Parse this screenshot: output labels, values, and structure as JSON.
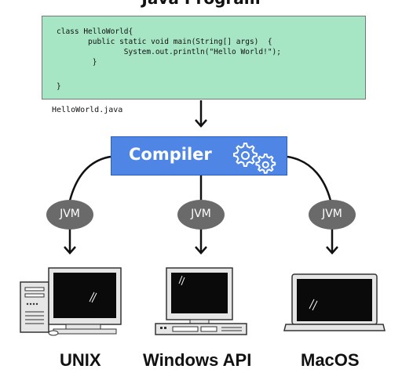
{
  "title": "Java Program",
  "code": {
    "lines": [
      "class HelloWorld{",
      "       public static void main(String[] args)  {",
      "               System.out.println(\"Hello World!\");",
      "        }",
      "",
      "}"
    ],
    "filename": "HelloWorld.java"
  },
  "compiler": {
    "label": "Compiler",
    "icon": "gears-icon"
  },
  "jvms": [
    {
      "label": "JVM"
    },
    {
      "label": "JVM"
    },
    {
      "label": "JVM"
    }
  ],
  "platforms": [
    {
      "label": "UNIX",
      "icon": "desktop-tower-computer-icon"
    },
    {
      "label": "Windows API",
      "icon": "desktop-computer-icon"
    },
    {
      "label": "MacOS",
      "icon": "laptop-icon"
    }
  ],
  "colors": {
    "code_background": "#a6e6c4",
    "compiler_background": "#4f86e6",
    "jvm_background": "#6a6a6a"
  }
}
